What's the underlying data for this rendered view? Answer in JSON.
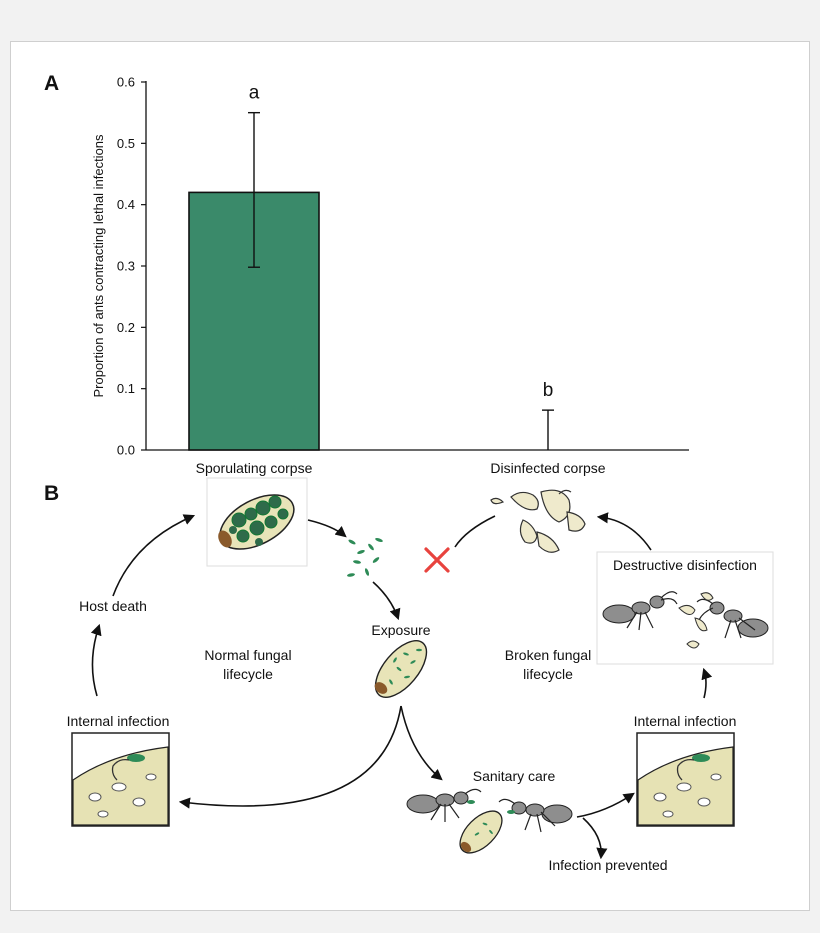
{
  "panel_a_label": "A",
  "panel_b_label": "B",
  "chart_data": {
    "type": "bar",
    "categories": [
      "Sporulating corpse",
      "Disinfected corpse"
    ],
    "values": [
      0.42,
      0.0
    ],
    "error_upper": [
      0.55,
      0.065
    ],
    "error_lower": [
      0.298,
      null
    ],
    "significance_letters": [
      "a",
      "b"
    ],
    "ylabel": "Proportion of ants contracting lethal infections",
    "ylim": [
      0,
      0.6
    ],
    "yticks": [
      "0.0",
      "0.1",
      "0.2",
      "0.3",
      "0.4",
      "0.5",
      "0.6"
    ],
    "bar_color": "#3a8a6a",
    "grid": false,
    "legend": "none"
  },
  "diagram": {
    "host_death": "Host death",
    "exposure": "Exposure",
    "normal_lifecycle_1": "Normal fungal",
    "normal_lifecycle_2": "lifecycle",
    "broken_lifecycle_1": "Broken fungal",
    "broken_lifecycle_2": "lifecycle",
    "internal_infection_left": "Internal infection",
    "internal_infection_right": "Internal infection",
    "sanitary_care": "Sanitary care",
    "infection_prevented": "Infection prevented",
    "destructive_disinfection": "Destructive disinfection",
    "colors": {
      "spore_green": "#2e8b57",
      "corpse_fill": "#e8e4b8",
      "tissue_fill": "#e6e2b4",
      "cross_red": "#e8433e",
      "ant_gray": "#8e8e8e"
    }
  }
}
